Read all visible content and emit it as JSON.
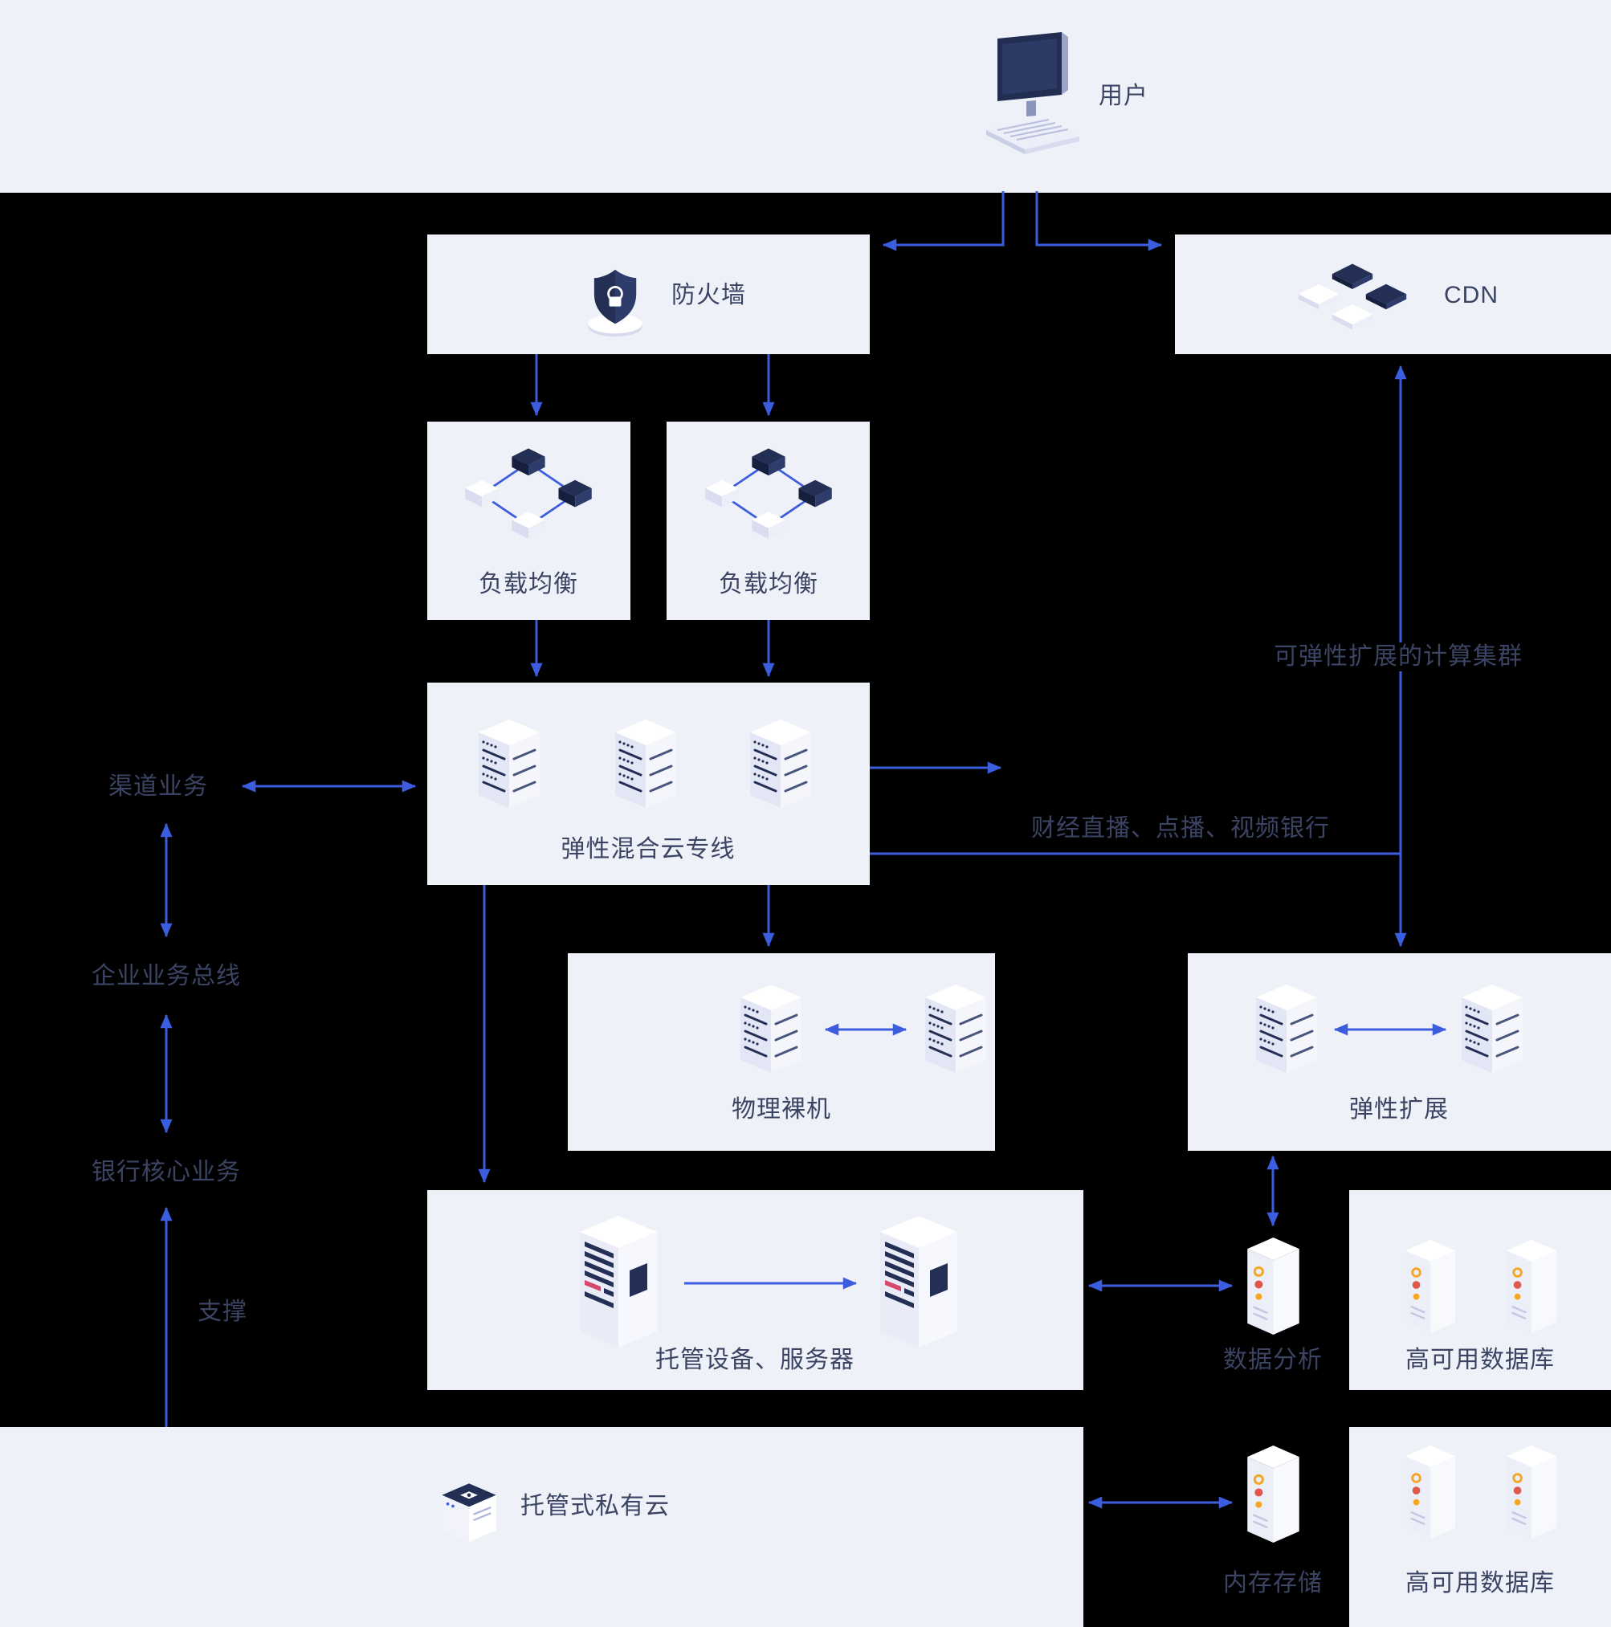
{
  "colors": {
    "background": "#000000",
    "panel": "#eff1f8",
    "accent_blue": "#3c5dde",
    "dark_navy": "#232f55",
    "label_text": "#3b4463",
    "dot_orange": "#f5a623",
    "dot_red": "#e2574c"
  },
  "nodes": {
    "user": {
      "label": "用户"
    },
    "firewall": {
      "label": "防火墙"
    },
    "cdn": {
      "label": "CDN"
    },
    "load_balancer_1": {
      "label": "负载均衡"
    },
    "load_balancer_2": {
      "label": "负载均衡"
    },
    "hybrid_cloud_line": {
      "label": "弹性混合云专线"
    },
    "bare_metal": {
      "label": "物理裸机"
    },
    "elastic_scaling": {
      "label": "弹性扩展"
    },
    "hosted_servers": {
      "label": "托管设备、服务器"
    },
    "data_analysis": {
      "label": "数据分析"
    },
    "ha_database_top": {
      "label": "高可用数据库"
    },
    "private_cloud": {
      "label": "托管式私有云"
    },
    "memory_storage": {
      "label": "内存存储"
    },
    "ha_database_bottom": {
      "label": "高可用数据库"
    }
  },
  "edge_labels": {
    "channel_business": "渠道业务",
    "enterprise_bus": "企业业务总线",
    "bank_core": "银行核心业务",
    "support": "支撑",
    "scalable_cluster": "可弹性扩展的计算集群",
    "finance_video": "财经直播、点播、视频银行"
  }
}
